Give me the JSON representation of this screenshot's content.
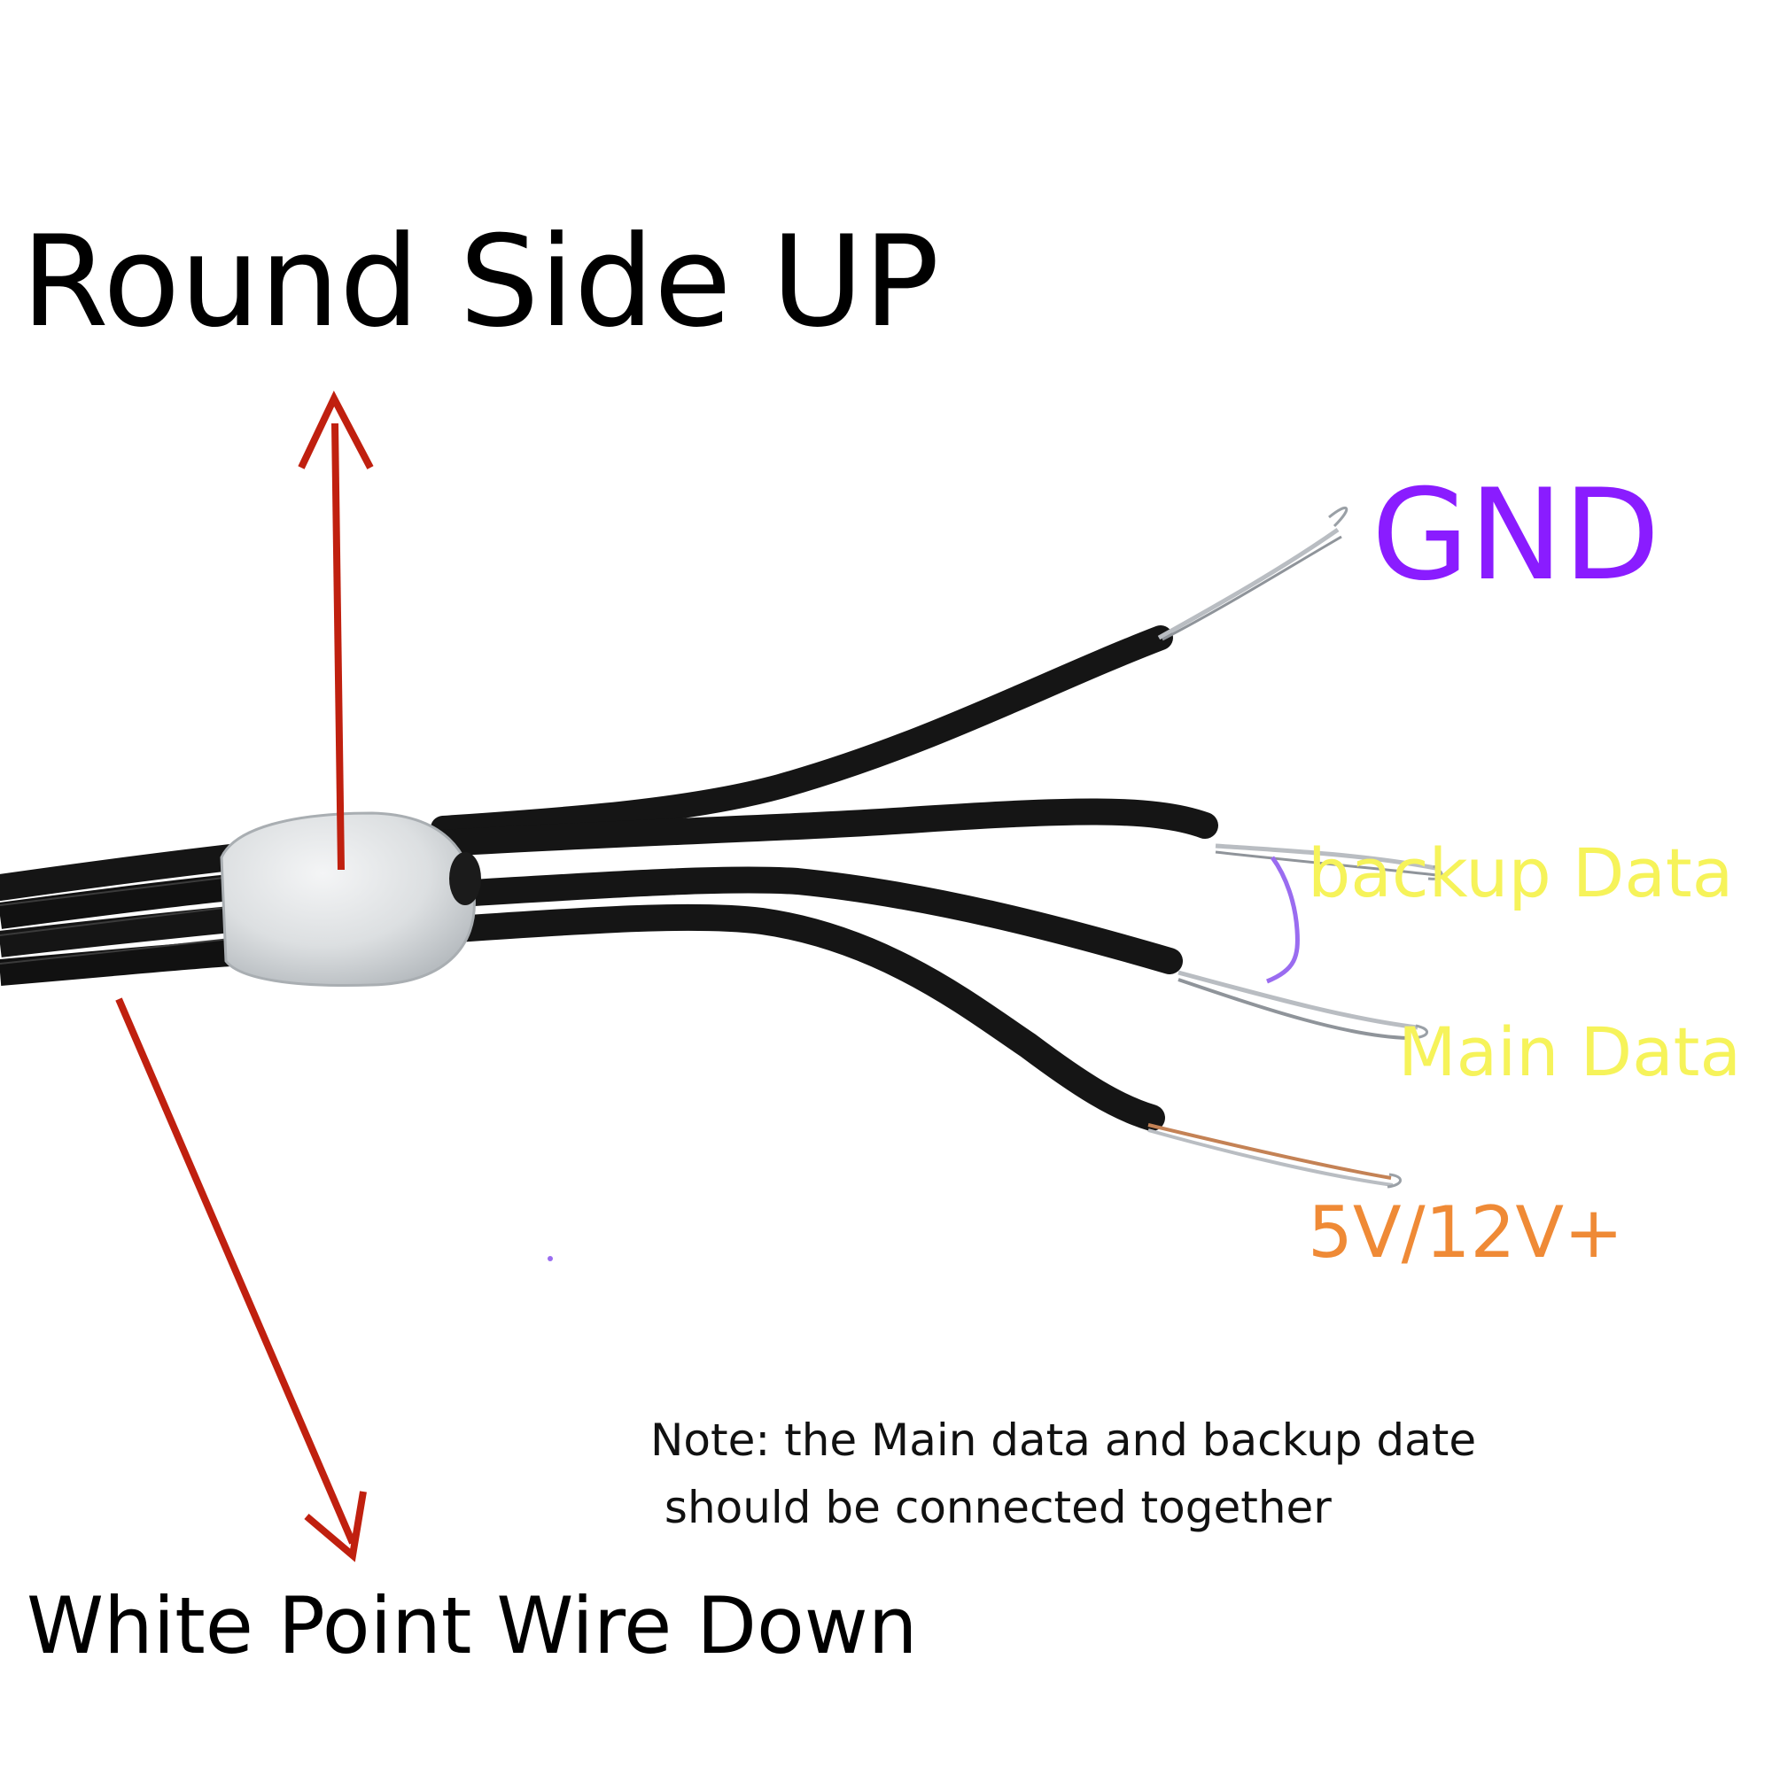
{
  "labels": {
    "round_side_up": "Round Side UP",
    "white_point_down": "White Point Wire Down",
    "gnd": "GND",
    "backup_data": "backup Data",
    "main_data": "Main Data",
    "power": "5V/12V+",
    "note": "Note: the Main data and backup date\n should be connected together"
  },
  "colors": {
    "title_text": "#000000",
    "gnd": "#8a1cff",
    "data": "#f6f35a",
    "power": "#ef8a36",
    "arrow": "#c0200f",
    "jumper": "#9a6cf0",
    "wire_jacket": "#151515",
    "sleeve": "#dfe1e3",
    "conductor": "#b9bdc2",
    "conductor_copper": "#c48255"
  },
  "icons": {
    "arrow_up": "red-arrow-up-icon",
    "arrow_down": "red-arrow-down-icon"
  }
}
